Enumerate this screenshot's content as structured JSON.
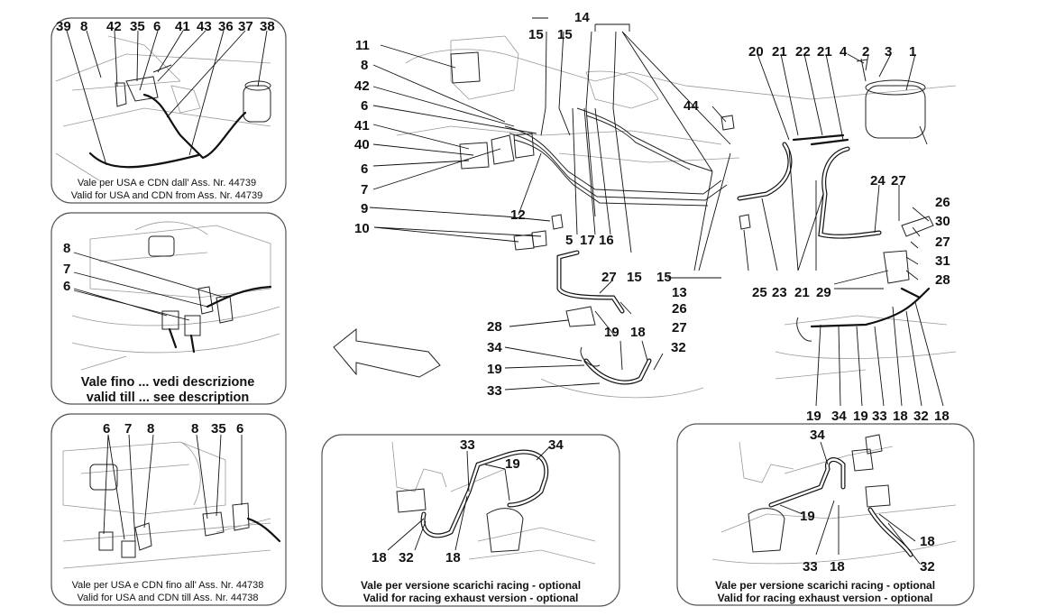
{
  "captions": {
    "top_left_1": "Vale per USA e CDN dall' Ass. Nr. 44739",
    "top_left_2": "Valid for USA and CDN from Ass. Nr. 44739",
    "mid_left_1": "Vale fino ... vedi descrizione",
    "mid_left_2": "valid till ... see description",
    "bot_left_1": "Vale per USA e CDN fino all' Ass. Nr. 44738",
    "bot_left_2": "Valid for USA and CDN till Ass. Nr. 44738",
    "bot_mid_1": "Vale per versione scarichi racing - optional",
    "bot_mid_2": "Valid for racing exhaust version - optional",
    "bot_right_1": "Vale per versione scarichi racing - optional",
    "bot_right_2": "Valid for racing exhaust version - optional"
  },
  "labels": {
    "inset_tl": [
      "39",
      "8",
      "42",
      "35",
      "6",
      "41",
      "43",
      "36",
      "37",
      "38"
    ],
    "inset_ml": [
      "8",
      "7",
      "6"
    ],
    "inset_bl": [
      "6",
      "7",
      "8",
      "8",
      "35",
      "6"
    ],
    "main": [
      "11",
      "8",
      "42",
      "6",
      "41",
      "40",
      "6",
      "7",
      "9",
      "10",
      "12",
      "5",
      "17",
      "16",
      "15",
      "15",
      "15",
      "15",
      "14",
      "44",
      "20",
      "21",
      "22",
      "21",
      "4",
      "2",
      "3",
      "1",
      "24",
      "27",
      "26",
      "30",
      "27",
      "31",
      "28",
      "13",
      "27",
      "26",
      "27",
      "28",
      "19",
      "18",
      "34",
      "19",
      "33",
      "32",
      "25",
      "23",
      "21",
      "29",
      "19",
      "34",
      "19",
      "33",
      "18",
      "32",
      "18"
    ],
    "inset_bm": [
      "33",
      "19",
      "34",
      "18",
      "32",
      "18"
    ],
    "inset_br": [
      "34",
      "19",
      "18",
      "33",
      "18",
      "32"
    ]
  }
}
